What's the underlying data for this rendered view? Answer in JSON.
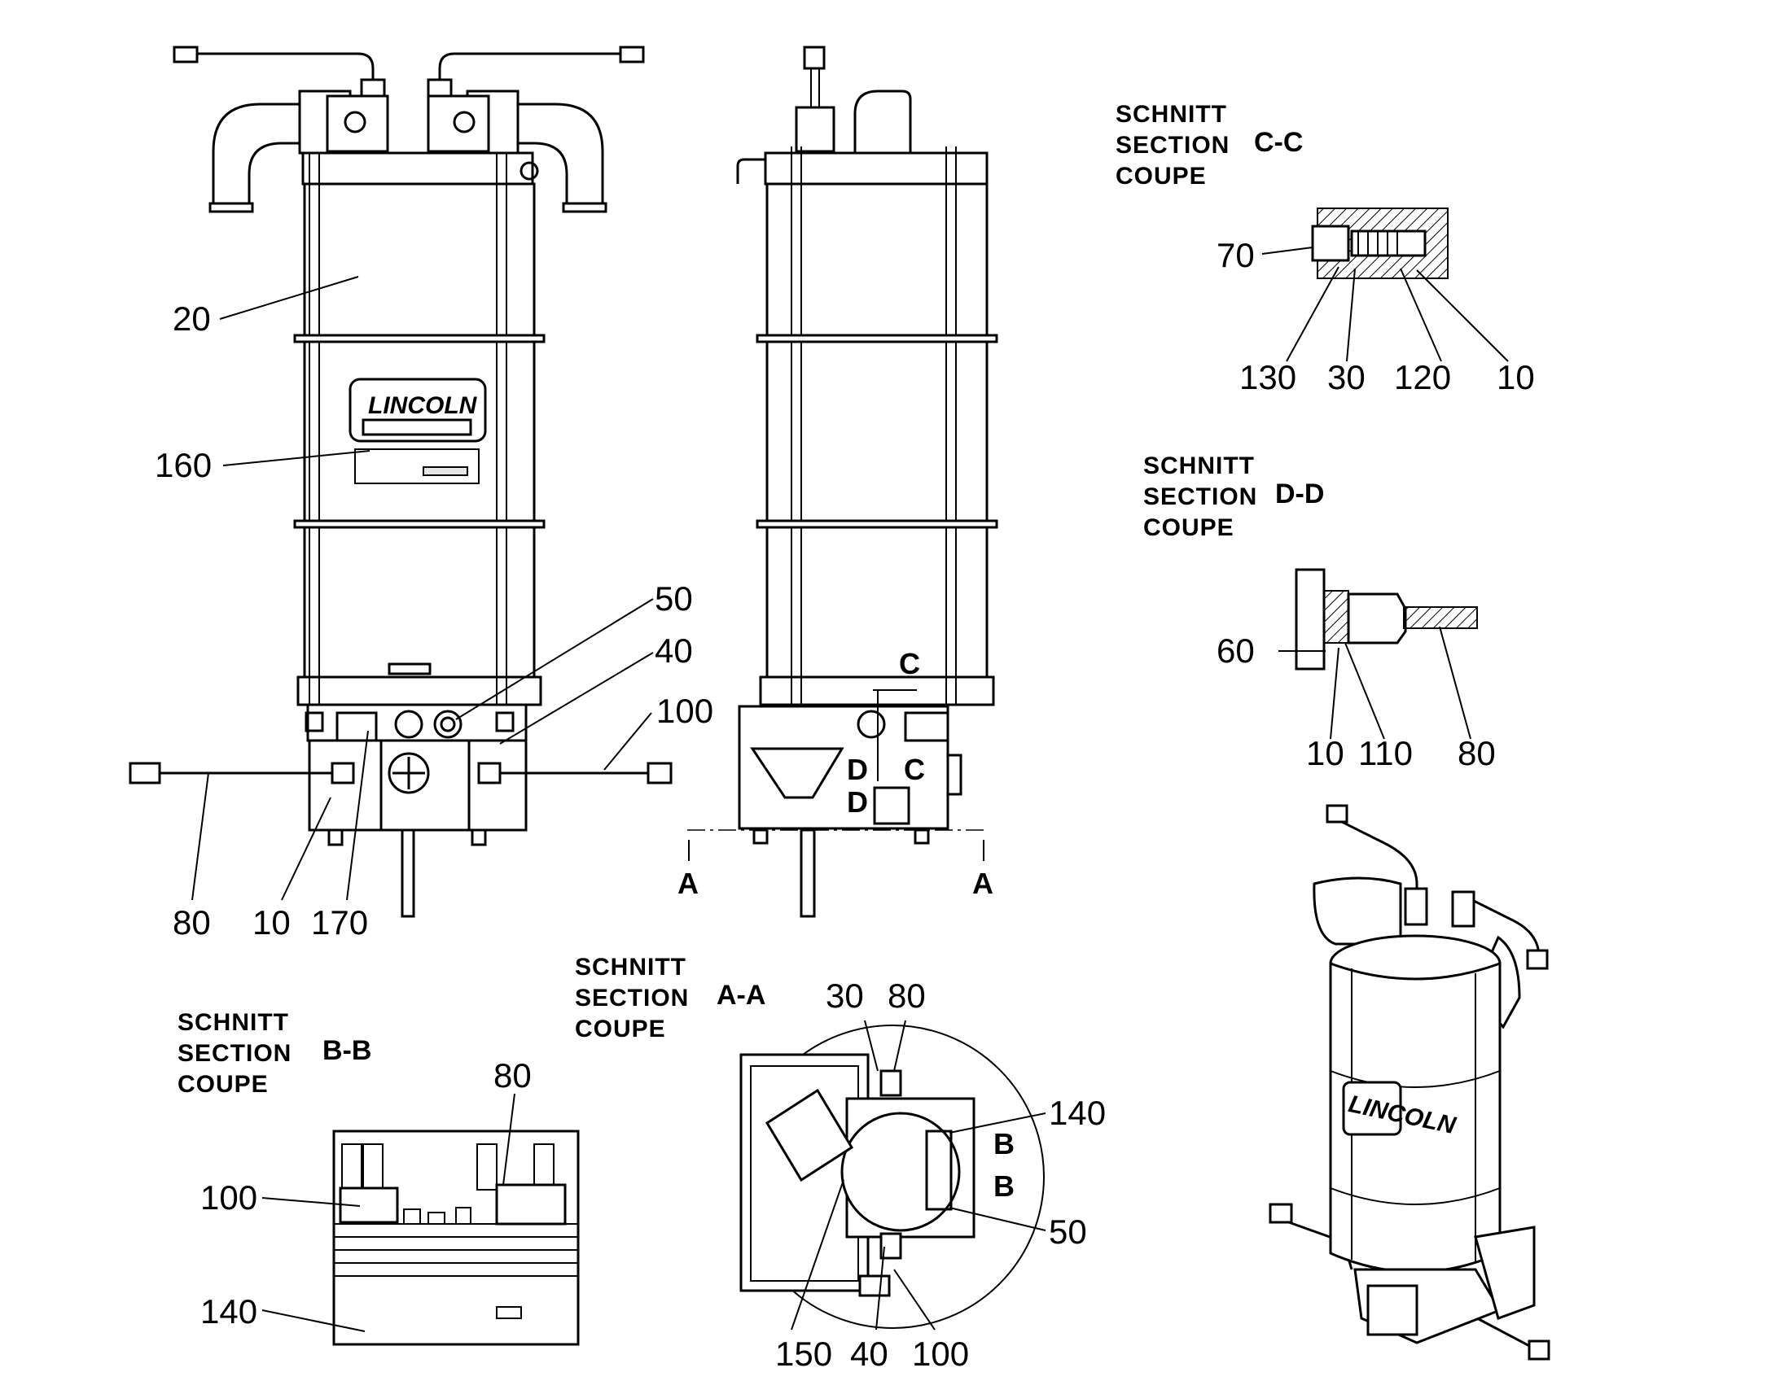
{
  "front_view": {
    "callouts": [
      "20",
      "160",
      "50",
      "40",
      "100",
      "80",
      "10",
      "170"
    ],
    "logo": "LINCOLN"
  },
  "side_view": {
    "cut_c": "C",
    "cut_d": "D",
    "cut_a": "A"
  },
  "section_cc": {
    "title_lines": [
      "SCHNITT",
      "SECTION",
      "COUPE"
    ],
    "id": "C-C",
    "callouts": [
      "70",
      "130",
      "30",
      "120",
      "10"
    ]
  },
  "section_dd": {
    "title_lines": [
      "SCHNITT",
      "SECTION",
      "COUPE"
    ],
    "id": "D-D",
    "callouts": [
      "60",
      "10",
      "110",
      "80"
    ]
  },
  "section_aa": {
    "title_lines": [
      "SCHNITT",
      "SECTION",
      "COUPE"
    ],
    "id": "A-A",
    "callouts": [
      "30",
      "80",
      "140",
      "50",
      "150",
      "40",
      "100"
    ],
    "cut_b": "B"
  },
  "section_bb": {
    "title_lines": [
      "SCHNITT",
      "SECTION",
      "COUPE"
    ],
    "id": "B-B",
    "callouts": [
      "80",
      "100",
      "140"
    ]
  },
  "iso_view": {
    "logo": "LINCOLN"
  }
}
